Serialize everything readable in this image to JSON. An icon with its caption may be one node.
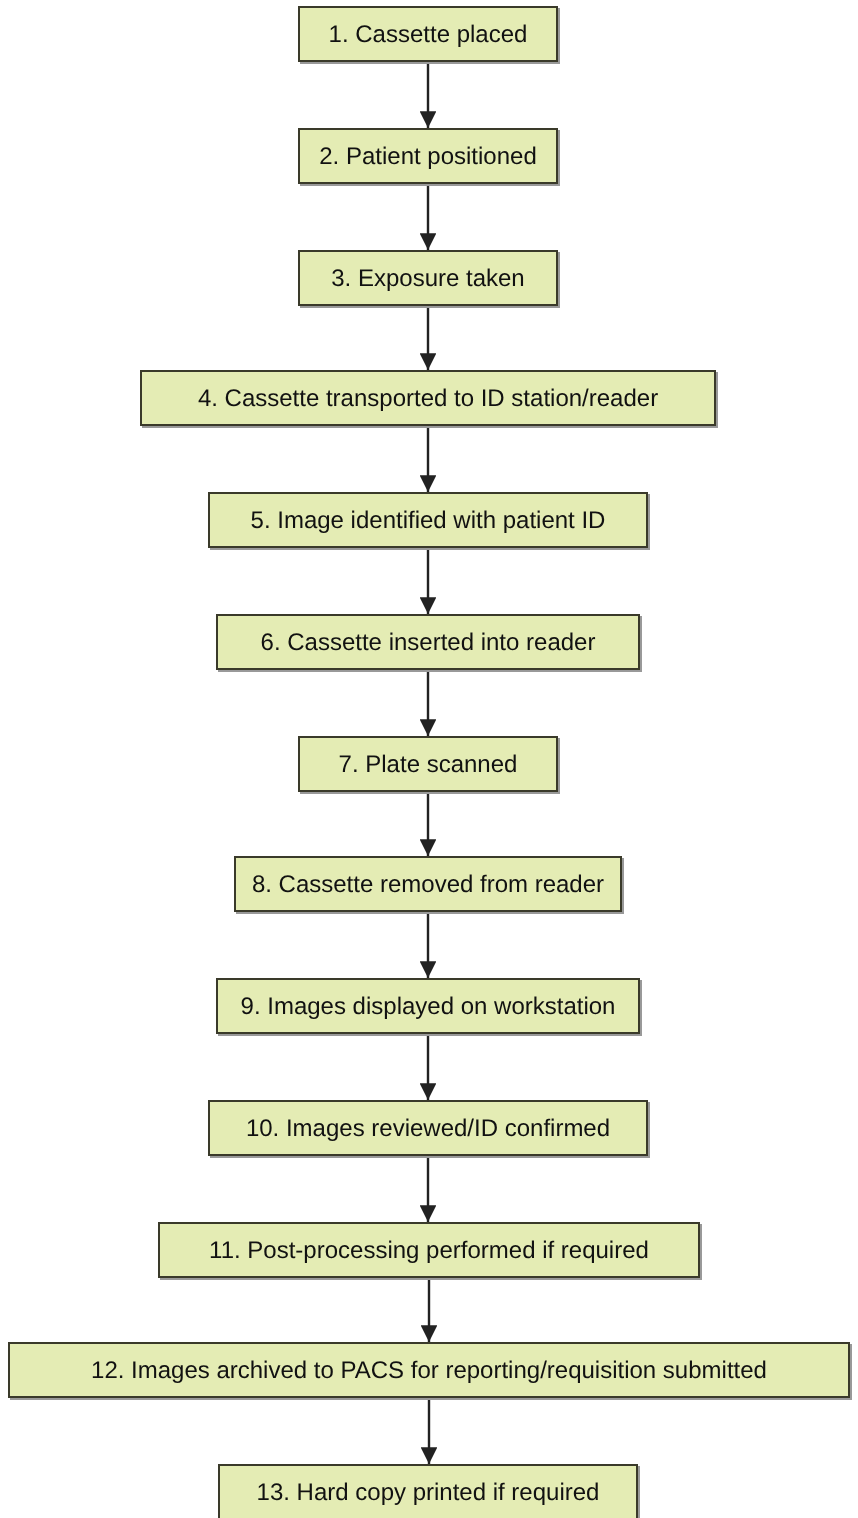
{
  "diagram": {
    "nodes": [
      {
        "text": [
          "1. Cassette placed"
        ]
      },
      {
        "text": [
          "2. Patient positioned"
        ]
      },
      {
        "text": [
          "3. Exposure taken"
        ]
      },
      {
        "text": [
          "4. Cassette transported to ID station/reader"
        ]
      },
      {
        "text": [
          "5. Image identified with patient ID"
        ]
      },
      {
        "text": [
          "6. Cassette inserted into reader"
        ]
      },
      {
        "text": [
          "7. Plate scanned"
        ]
      },
      {
        "text": [
          "8. Cassette removed from reader"
        ]
      },
      {
        "text": [
          "9. Images displayed on workstation"
        ]
      },
      {
        "text": [
          "10. Images reviewed/ID confirmed"
        ]
      },
      {
        "text": [
          "11. Post-processing performed if required"
        ]
      },
      {
        "text": [
          "12. Images archived to PACS for reporting/requisition submitted"
        ]
      },
      {
        "text": [
          "13. Hard copy printed if required"
        ]
      }
    ],
    "edges": [
      {
        "from": 0,
        "to": 1,
        "arrow": "to"
      },
      {
        "from": 1,
        "to": 2,
        "arrow": "to"
      },
      {
        "from": 2,
        "to": 3,
        "arrow": "to"
      },
      {
        "from": 3,
        "to": 4,
        "arrow": "to"
      },
      {
        "from": 4,
        "to": 5,
        "arrow": "to"
      },
      {
        "from": 5,
        "to": 6,
        "arrow": "to"
      },
      {
        "from": 6,
        "to": 7,
        "arrow": "to"
      },
      {
        "from": 7,
        "to": 8,
        "arrow": "to"
      },
      {
        "from": 8,
        "to": 9,
        "arrow": "to"
      },
      {
        "from": 9,
        "to": 10,
        "arrow": "to"
      },
      {
        "from": 10,
        "to": 11,
        "arrow": "to"
      },
      {
        "from": 11,
        "to": 12,
        "arrow": "to"
      }
    ]
  }
}
